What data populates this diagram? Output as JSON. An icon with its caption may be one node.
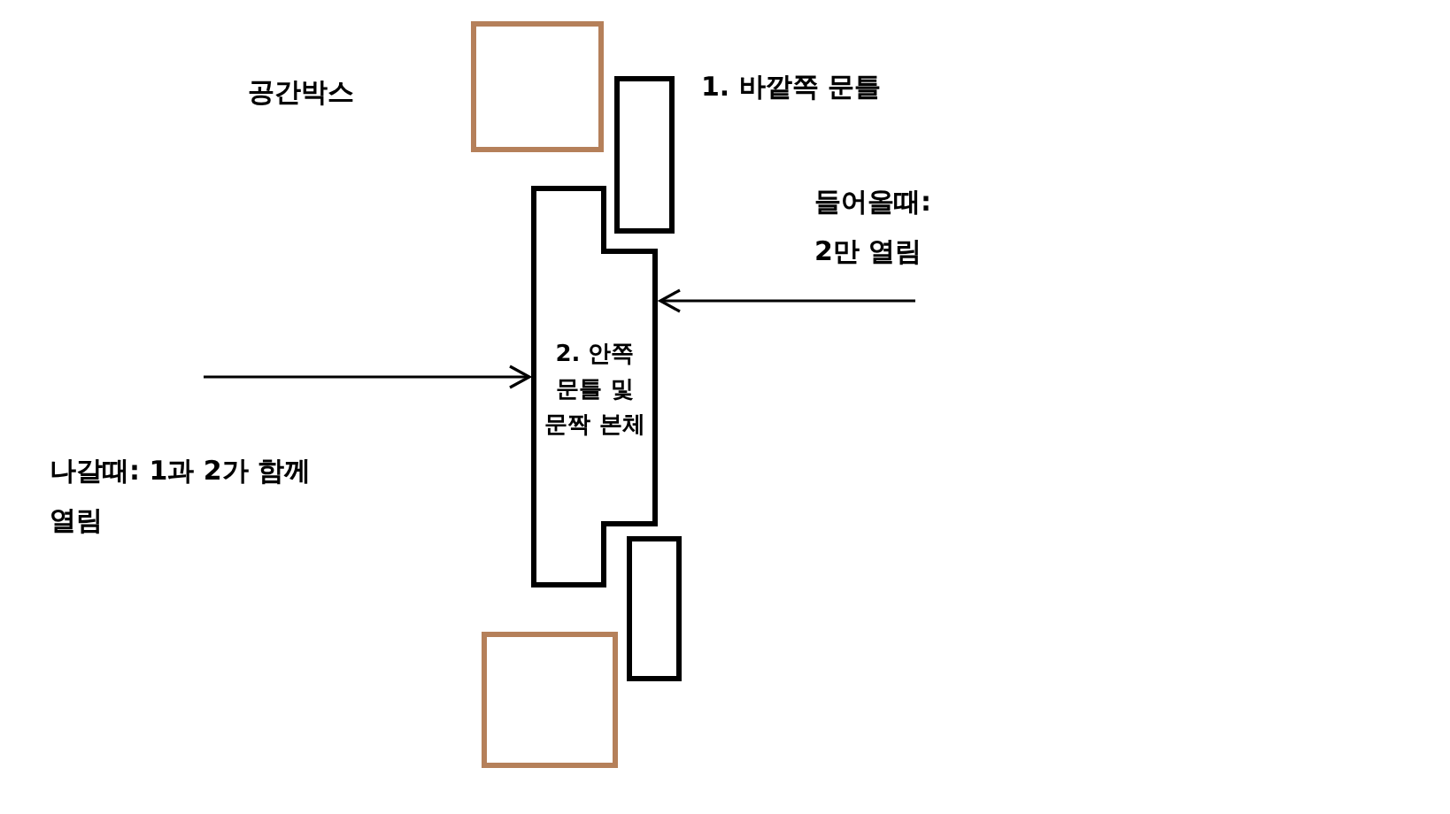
{
  "diagram": {
    "nodes": [
      {
        "text": [],
        "shape": "box"
      },
      {
        "text": [],
        "shape": "box",
        "beside": [
          "1. 바깥쪽 문틀"
        ]
      },
      {
        "text": [
          "2. 안쪽 문틀 및 문짝 본체"
        ]
      },
      {
        "text": [],
        "shape": "box"
      },
      {
        "text": [],
        "shape": "box"
      }
    ],
    "edges": [
      {
        "from": null,
        "to": 2,
        "arrow": "to"
      },
      {
        "from": null,
        "to": 2,
        "arrow": "to"
      }
    ],
    "labels": [
      "공간박스",
      "들어올때: 2만 열림",
      "나갈때: 1과 2가 함께 열림"
    ]
  }
}
